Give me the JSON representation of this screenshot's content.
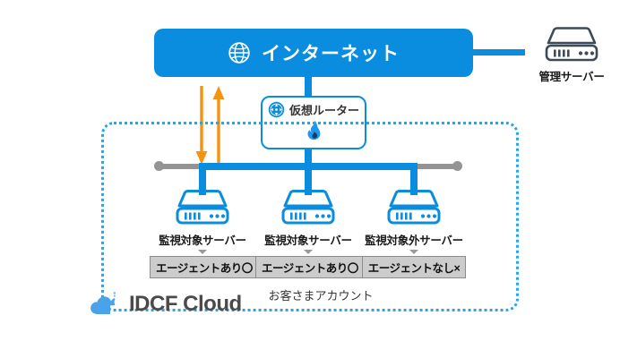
{
  "diagram": {
    "title": "IDCF Cloud monitoring architecture",
    "internet": {
      "label": "インターネット",
      "icon": "globe-icon",
      "color": "#0b8ddf"
    },
    "management_server": {
      "label": "管理サーバー",
      "icon": "server-icon",
      "color": "#3d4a57"
    },
    "virtual_router": {
      "label": "仮想ルーター",
      "icon": "router-icon",
      "firewall_icon": "flame-icon",
      "border_color": "#0b8ddf"
    },
    "account_boundary": {
      "label": "お客さまアカウント",
      "border_color": "#29a3ec"
    },
    "traffic_arrows": {
      "down_arrow": "arrow-down-icon",
      "up_arrow": "arrow-up-icon",
      "color": "#f59210"
    },
    "bus": {
      "line_color": "#949494",
      "active_color": "#0b8ddf"
    },
    "servers": [
      {
        "name": "監視対象サーバー",
        "badge": "エージェントあり〇",
        "icon": "server-icon",
        "color": "#0b8ddf"
      },
      {
        "name": "監視対象サーバー",
        "badge": "エージェントあり〇",
        "icon": "server-icon",
        "color": "#0b8ddf"
      },
      {
        "name": "監視対象外サーバー",
        "badge": "エージェントなし×",
        "icon": "server-icon",
        "color": "#0b8ddf"
      }
    ],
    "brand": {
      "name": "IDCF Cloud",
      "icon": "cloud-logo-icon",
      "cloud_color": "#4aa3e8",
      "text_color": "#4a4a4a"
    }
  }
}
